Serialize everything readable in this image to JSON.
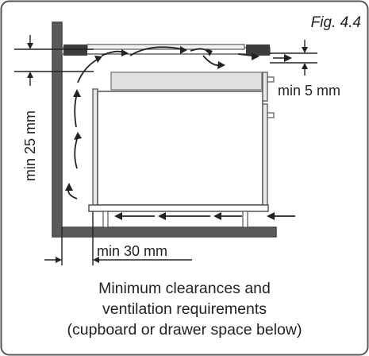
{
  "figure": {
    "label": "Fig. 4.4",
    "clearances": {
      "top": "min 5 mm",
      "left": "min 25 mm",
      "bottom": "min 30 mm"
    },
    "caption": [
      "Minimum clearances and",
      "ventilation requirements",
      "(cupboard or drawer space below)"
    ]
  }
}
